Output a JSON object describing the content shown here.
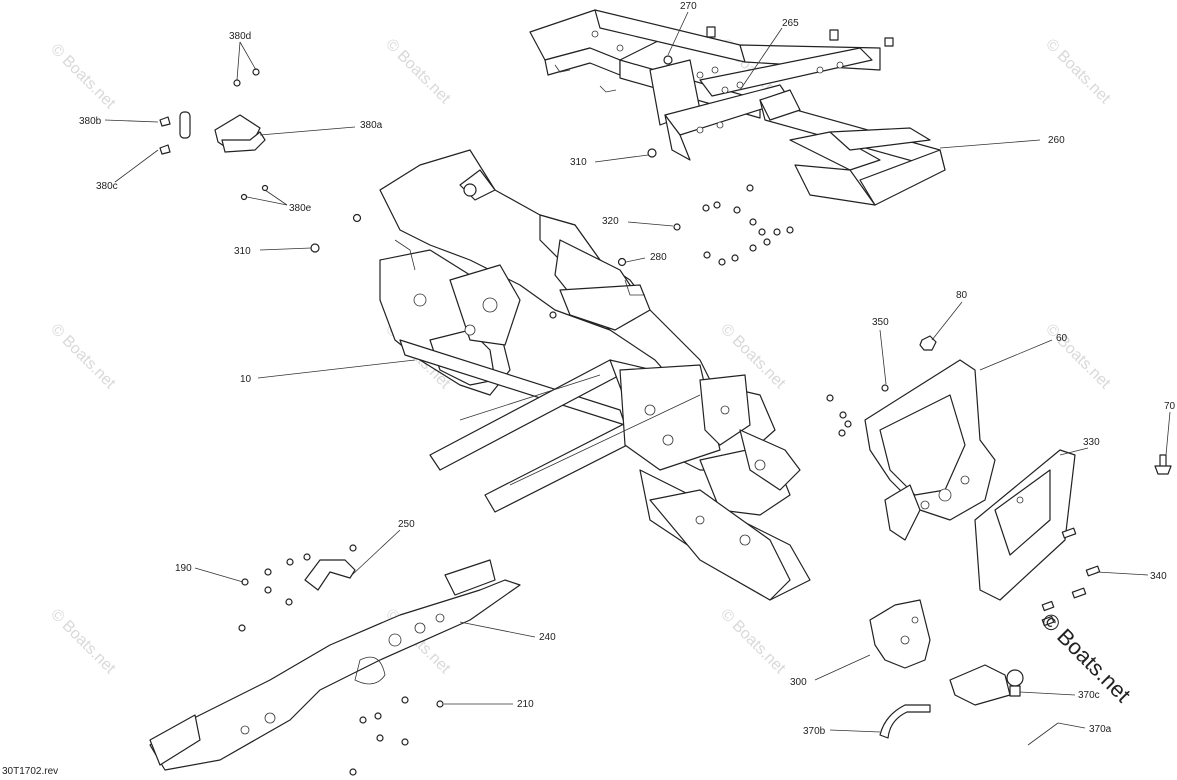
{
  "diagram": {
    "reference": "30T1702.rev",
    "watermark": "© Boats.net",
    "callouts": [
      {
        "id": "380d",
        "label": "380d"
      },
      {
        "id": "380b",
        "label": "380b"
      },
      {
        "id": "380a",
        "label": "380a"
      },
      {
        "id": "380c",
        "label": "380c"
      },
      {
        "id": "380e",
        "label": "380e"
      },
      {
        "id": "310a",
        "label": "310"
      },
      {
        "id": "10",
        "label": "10"
      },
      {
        "id": "270",
        "label": "270"
      },
      {
        "id": "265",
        "label": "265"
      },
      {
        "id": "260",
        "label": "260"
      },
      {
        "id": "310b",
        "label": "310"
      },
      {
        "id": "320",
        "label": "320"
      },
      {
        "id": "280",
        "label": "280"
      },
      {
        "id": "80",
        "label": "80"
      },
      {
        "id": "350",
        "label": "350"
      },
      {
        "id": "60",
        "label": "60"
      },
      {
        "id": "330",
        "label": "330"
      },
      {
        "id": "70",
        "label": "70"
      },
      {
        "id": "340",
        "label": "340"
      },
      {
        "id": "250",
        "label": "250"
      },
      {
        "id": "190",
        "label": "190"
      },
      {
        "id": "240",
        "label": "240"
      },
      {
        "id": "210",
        "label": "210"
      },
      {
        "id": "300",
        "label": "300"
      },
      {
        "id": "370c",
        "label": "370c"
      },
      {
        "id": "370b",
        "label": "370b"
      },
      {
        "id": "370a",
        "label": "370a"
      }
    ]
  }
}
